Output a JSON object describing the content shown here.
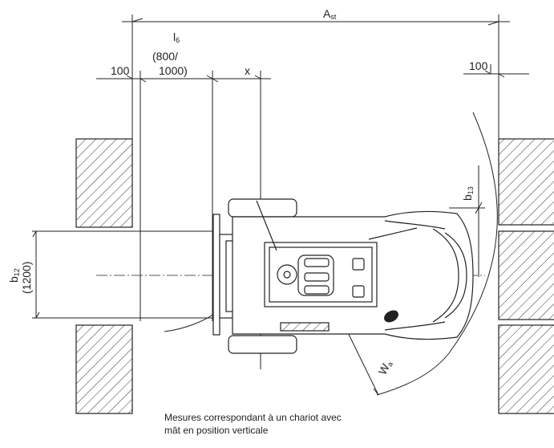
{
  "dimensions": {
    "ast_main": "A",
    "ast_sub": "st",
    "l6_main": "l",
    "l6_sub": "6",
    "l6_alt_line1": "(800/",
    "l6_alt_line2": "1000)",
    "left_clearance": "100",
    "right_clearance": "100",
    "x": "x",
    "b13_main": "b",
    "b13_sub": "13",
    "b12_main": "b",
    "b12_sub": "12",
    "b12_alt": "(1200)",
    "wa_main": "W",
    "wa_sub": "a"
  },
  "caption": {
    "line1": "Mesures correspondant à un chariot avec",
    "line2": "mât en position verticale"
  }
}
